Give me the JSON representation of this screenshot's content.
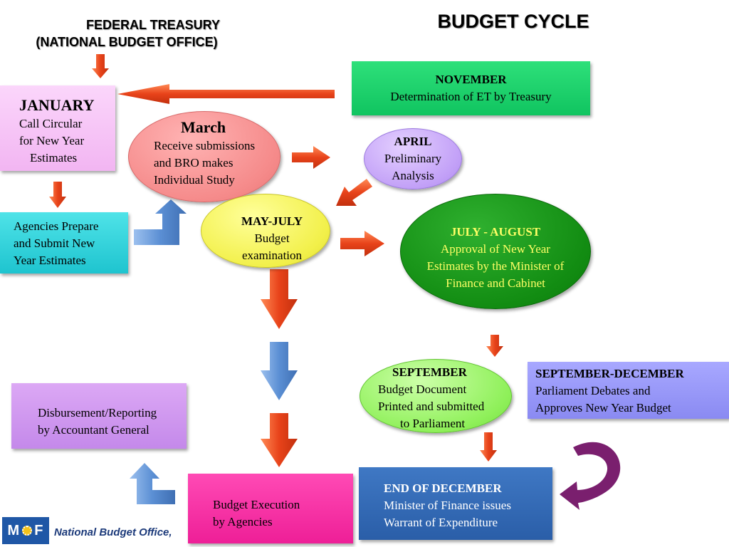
{
  "header": {
    "left_line1": "FEDERAL TREASURY",
    "left_line2": "(NATIONAL BUDGET OFFICE)",
    "title": "BUDGET CYCLE"
  },
  "nodes": {
    "november": {
      "line1": "NOVEMBER",
      "line2": "Determination of ET by Treasury"
    },
    "january": {
      "line1": "JANUARY",
      "line2": "Call Circular",
      "line3": "for New Year",
      "line4": "Estimates"
    },
    "march": {
      "line1": "March",
      "line2": "Receive submissions",
      "line3": "and BRO makes",
      "line4": "Individual Study"
    },
    "april": {
      "line1": "APRIL",
      "line2": "Preliminary",
      "line3": "Analysis"
    },
    "agencies": {
      "line1": "Agencies Prepare",
      "line2": "and Submit New",
      "line3": "Year Estimates"
    },
    "may_july": {
      "line1": "MAY-JULY",
      "line2": "Budget",
      "line3": "examination"
    },
    "july_august": {
      "line1": "JULY - AUGUST",
      "line2": "Approval of New Year",
      "line3": "Estimates by the Minister of",
      "line4": "Finance and Cabinet"
    },
    "september": {
      "line1": "SEPTEMBER",
      "line2": "Budget Document",
      "line3": "Printed and submitted",
      "line4": "to Parliament"
    },
    "sep_dec": {
      "line1": "SEPTEMBER-DECEMBER",
      "line2": "Parliament Debates and",
      "line3": "Approves New Year Budget"
    },
    "disbursement": {
      "line1": "Disbursement/Reporting",
      "line2": "by Accountant General"
    },
    "execution": {
      "line1": "Budget Execution",
      "line2": "by Agencies"
    },
    "end_december": {
      "line1": "END OF DECEMBER",
      "line2": "Minister of Finance issues",
      "line3": "Warrant of Expenditure"
    }
  },
  "footer": {
    "logo_text_left": "M",
    "logo_text_right": "F",
    "text": "National  Budget Office,"
  },
  "colors": {
    "orange_arrow": "#e8431a",
    "blue_arrow": "#5b8fd4",
    "purple_arrow": "#7a1f6e"
  }
}
